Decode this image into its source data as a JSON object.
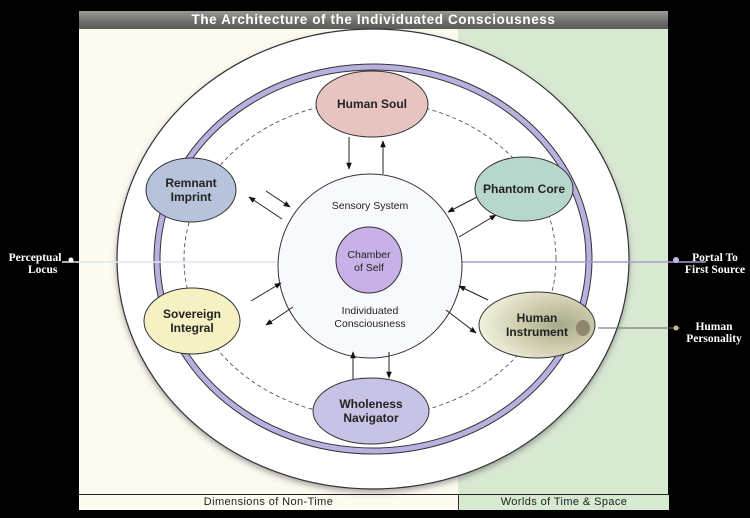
{
  "title": "The Architecture of the Individuated Consciousness",
  "footer": {
    "left": "Dimensions of Non-Time",
    "right": "Worlds of Time & Space"
  },
  "center": {
    "top_label": "Sensory System",
    "core_line1": "Chamber",
    "core_line2": "of Self",
    "bottom_line1": "Individuated",
    "bottom_line2": "Consciousness"
  },
  "nodes": [
    {
      "id": "human-soul",
      "line1": "Human Soul",
      "line2": "",
      "color": "#e8c4c0"
    },
    {
      "id": "phantom-core",
      "line1": "Phantom Core",
      "line2": "",
      "color": "#b7d6cc"
    },
    {
      "id": "human-instrument",
      "line1": "Human",
      "line2": "Instrument",
      "color": "#e8e7cc"
    },
    {
      "id": "wholeness-navigator",
      "line1": "Wholeness",
      "line2": "Navigator",
      "color": "#c7c3e6"
    },
    {
      "id": "sovereign-integral",
      "line1": "Sovereign",
      "line2": "Integral",
      "color": "#f5f1c2"
    },
    {
      "id": "remnant-imprint",
      "line1": "Remnant",
      "line2": "Imprint",
      "color": "#b7c3da"
    }
  ],
  "side_labels": {
    "perceptual_locus": [
      "Perceptual",
      "Locus"
    ],
    "portal": [
      "Portal To",
      "First Source"
    ],
    "personality": [
      "Human",
      "Personality"
    ]
  },
  "colors": {
    "ring": "#b9b0e0",
    "chamber": "#c8b1e6",
    "left_bg": "#fdfaf0",
    "right_bg": "#d8e9d2"
  }
}
